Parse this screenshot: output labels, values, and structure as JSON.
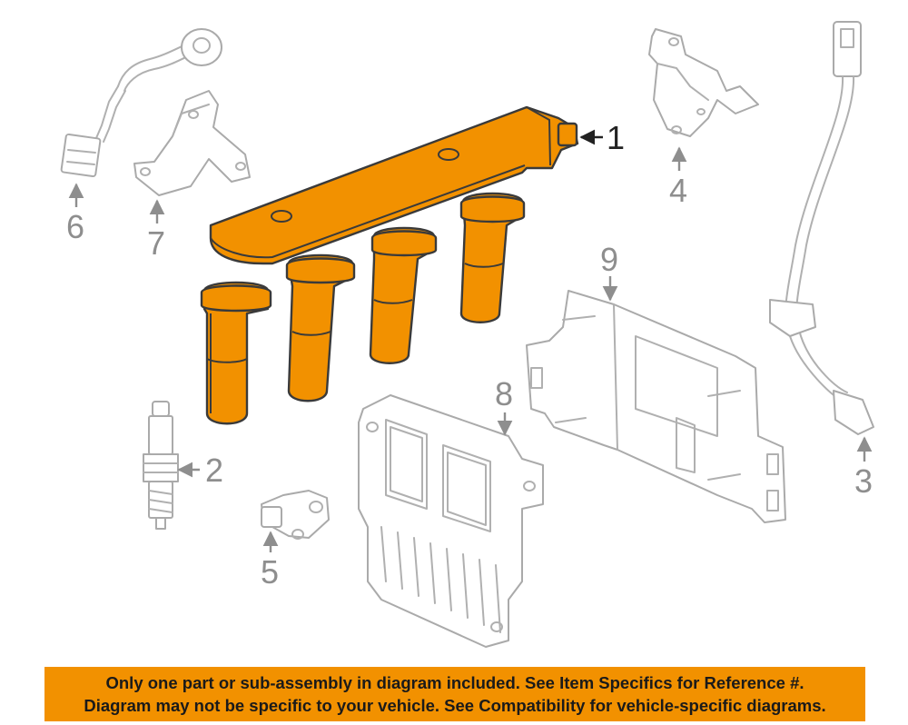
{
  "diagram": {
    "highlight_color": "#f29100",
    "callouts": {
      "c1": "1",
      "c2": "2",
      "c3": "3",
      "c4": "4",
      "c5": "5",
      "c6": "6",
      "c7": "7",
      "c8": "8",
      "c9": "9"
    }
  },
  "notice": {
    "line1": "Only one part or sub-assembly in diagram included. See Item Specifics for Reference #.",
    "line2": "Diagram may not be specific to your vehicle. See Compatibility for vehicle-specific diagrams.",
    "background": "#f29100"
  }
}
